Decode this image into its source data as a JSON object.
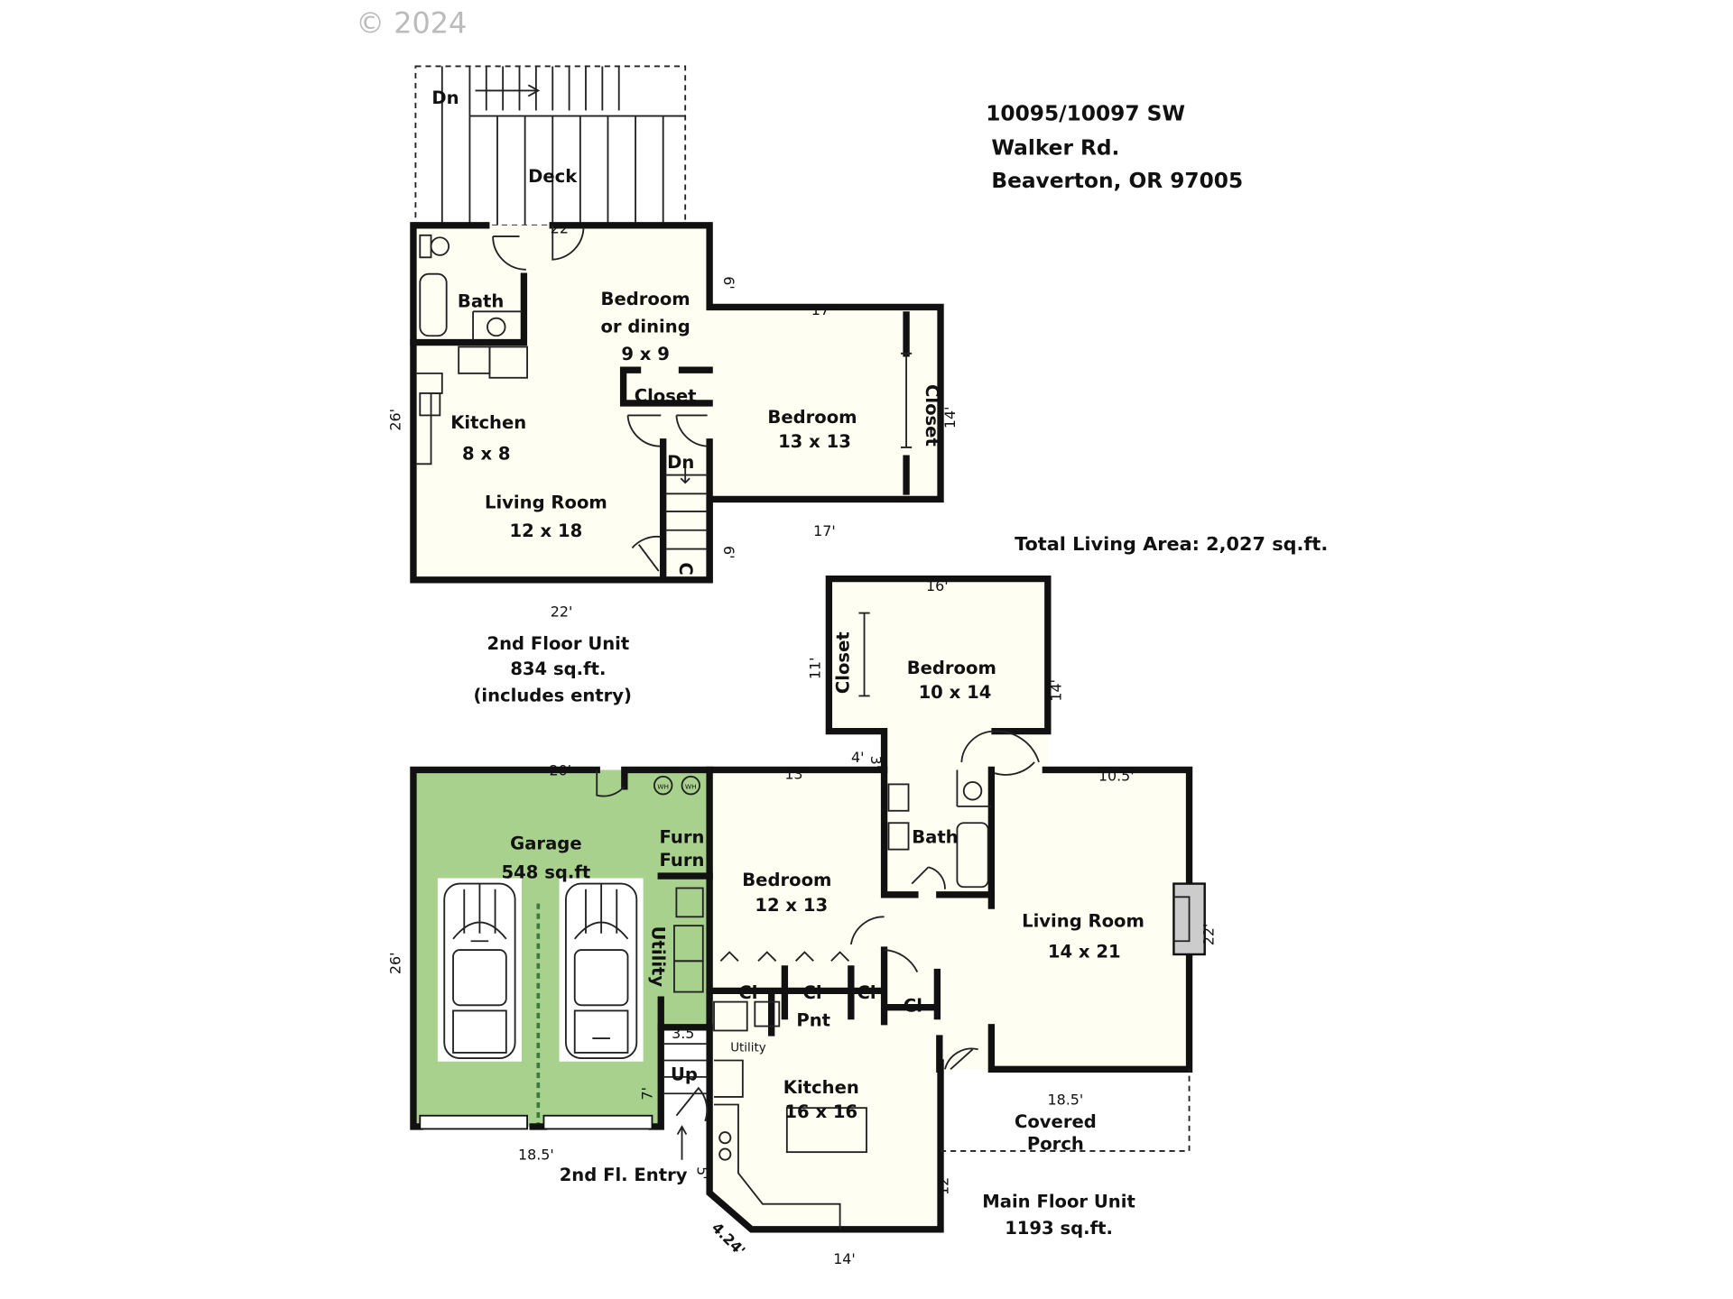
{
  "copyright": "© 2024",
  "address": {
    "line1": "10095/10097 SW",
    "line2": "Walker Rd.",
    "line3": "Beaverton, OR 97005"
  },
  "total_living_area": "Total Living Area: 2,027 sq.ft.",
  "colors": {
    "garage": "#a9d18e",
    "room": "#fffef2",
    "wall": "#111111"
  },
  "upper": {
    "deck": "Deck",
    "deck_stairs": "Dn",
    "bath": "Bath",
    "bedroom_dining": {
      "line1": "Bedroom",
      "line2": "or dining",
      "size": "9 x 9"
    },
    "closet": "Closet",
    "kitchen": {
      "name": "Kitchen",
      "size": "8 x 8"
    },
    "living": {
      "name": "Living Room",
      "size": "12 x 18"
    },
    "stairs": "Dn",
    "closet_small": "C",
    "bedroom": {
      "name": "Bedroom",
      "size": "13 x 13"
    },
    "bedroom_closet": "Closet",
    "dims": {
      "top": "22'",
      "bottom": "22'",
      "left": "26'",
      "right_upper": "6'",
      "right_lower": "6'",
      "bed_top": "17'",
      "bed_bottom": "17'",
      "bed_right": "14'"
    },
    "caption": {
      "line1": "2nd Floor Unit",
      "line2": "834 sq.ft.",
      "line3": "(includes entry)"
    }
  },
  "lower": {
    "garage": {
      "name": "Garage",
      "size": "548 sq.ft"
    },
    "water_heaters": [
      "WH",
      "WH"
    ],
    "furn": [
      "Furn",
      "Furn"
    ],
    "utility": "Utility",
    "stairs_up": "Up",
    "entry": "2nd Fl. Entry",
    "bedroom1": {
      "name": "Bedroom",
      "size": "12 x 13"
    },
    "bedroom2": {
      "name": "Bedroom",
      "size": "10 x 14"
    },
    "bedroom2_closet": "Closet",
    "bath": "Bath",
    "closets": [
      "Cl",
      "Cl",
      "Cl",
      "Cl"
    ],
    "pantry": "Pnt",
    "utility_small": "Utility",
    "kitchen": {
      "name": "Kitchen",
      "size": "16 x 16"
    },
    "living": {
      "name": "Living Room",
      "size": "14 x 21"
    },
    "porch": {
      "line1": "Covered",
      "line2": "Porch"
    },
    "caption": {
      "line1": "Main Floor Unit",
      "line2": "1193 sq.ft."
    },
    "dims": {
      "garage_top": "20'",
      "garage_left": "26'",
      "garage_bottom": "18.5'",
      "stair_w": "3.5",
      "stair_h": "7'",
      "entry": "5'",
      "diag": "4.24'",
      "kitchen_bottom": "14'",
      "kitchen_right": "12'",
      "porch": "18.5'",
      "living_top": "10.5'",
      "living_right": "22'",
      "bed1_top": "13'",
      "bed2_top": "16'",
      "bed2_left": "11'",
      "bed2_right": "14'",
      "hall_w": "4'",
      "hall_small": "3'"
    }
  }
}
